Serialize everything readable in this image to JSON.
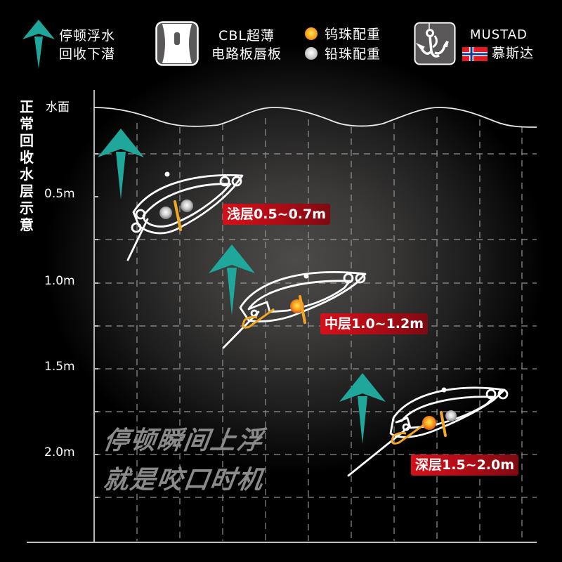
{
  "legend": {
    "float_arrow": {
      "icon": "teal-up-arrow-icon",
      "line1": "停顿浮水",
      "line2": "回收下潜"
    },
    "lip": {
      "icon": "circuit-lip-icon",
      "line1": "CBL超薄",
      "line2": "电路板唇板"
    },
    "weights": {
      "tungsten": {
        "icon": "orange-ball-icon",
        "label": "钨珠配重"
      },
      "lead": {
        "icon": "silver-ball-icon",
        "label": "铅珠配重"
      }
    },
    "hook": {
      "icon": "treble-hook-icon",
      "brand": "MUSTAD",
      "flag": "norway-flag-icon",
      "brand_cn": "慕斯达"
    }
  },
  "diagram": {
    "vertical_title": [
      "正",
      "常",
      "回",
      "收",
      "水",
      "层",
      "示",
      "意"
    ],
    "surface_label": "水面",
    "depth_labels": [
      "0.5m",
      "1.0m",
      "1.5m",
      "2.0m"
    ],
    "lures": [
      {
        "depth_label": "浅层0.5~0.7m",
        "weights": [
          "lead",
          "lead"
        ]
      },
      {
        "depth_label": "中层1.0~1.2m",
        "weights": [
          "tungsten"
        ]
      },
      {
        "depth_label": "深层1.5~2.0m",
        "weights": [
          "tungsten",
          "lead"
        ]
      }
    ],
    "slogan_line1": "停顿瞬间上浮",
    "slogan_line2": "就是咬口时机"
  },
  "colors": {
    "teal": "#1fa79b",
    "badge_red": "#c40d18",
    "orange_bead": "#f39a1c",
    "lip_orange": "#f2a623",
    "background": "#000000"
  }
}
